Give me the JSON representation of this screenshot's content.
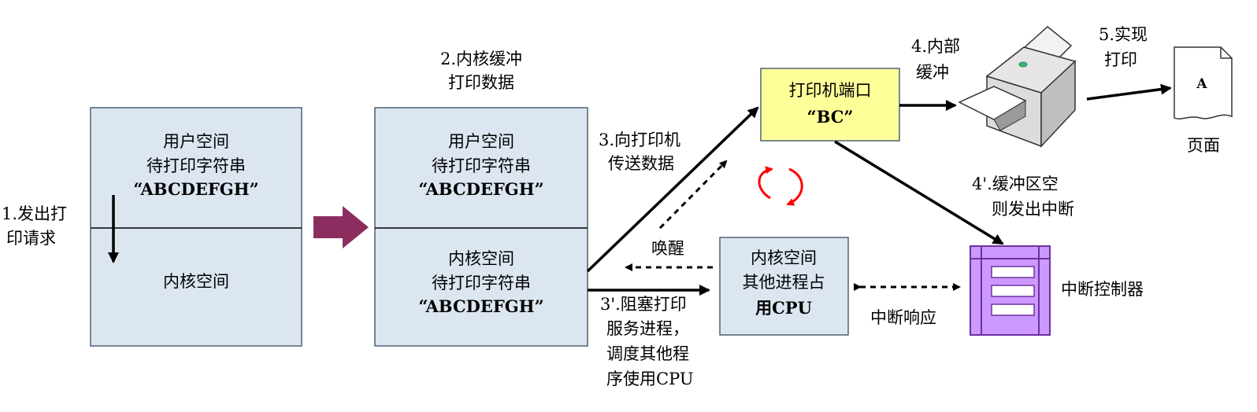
{
  "colors": {
    "box_fill": "#dce6f1",
    "box_stroke": "#4f6275",
    "port_fill": "#ffff99",
    "controller_fill": "#cc99ff",
    "controller_stroke": "#7030a0",
    "big_arrow": "#8b2d5e",
    "cycle_arrow": "#ff0000"
  },
  "user_box": {
    "top_lines": [
      "用户空间",
      "待打印字符串",
      "“ABCDEFGH”"
    ],
    "bottom_line": "内核空间"
  },
  "kernel_box": {
    "caption": [
      "2.内核缓冲",
      "打印数据"
    ],
    "top_lines": [
      "用户空间",
      "待打印字符串",
      "“ABCDEFGH”"
    ],
    "bottom_lines": [
      "内核空间",
      "待打印字符串",
      "“ABCDEFGH”"
    ]
  },
  "step1": [
    "1.发出打",
    "印请求"
  ],
  "step3": [
    "3.向打印机",
    "传送数据"
  ],
  "step3b": [
    "3'.阻塞打印",
    "服务进程，",
    "调度其他程",
    "序使用CPU"
  ],
  "wake_label": "唤醒",
  "port_box": [
    "打印机端口",
    "“BC”"
  ],
  "step4": [
    "4.内部",
    "缓冲"
  ],
  "step4b": [
    "4'.缓冲区空",
    "则发出中断"
  ],
  "step5": [
    "5.实现",
    "打印"
  ],
  "page": {
    "letter": "A",
    "label": "页面"
  },
  "other_box": [
    "内核空间",
    "其他进程占",
    "用CPU"
  ],
  "interrupt_response": "中断响应",
  "controller_label": "中断控制器",
  "icons": [
    "printer-icon",
    "page-icon",
    "cycle-arrows-icon",
    "interrupt-controller-icon"
  ]
}
